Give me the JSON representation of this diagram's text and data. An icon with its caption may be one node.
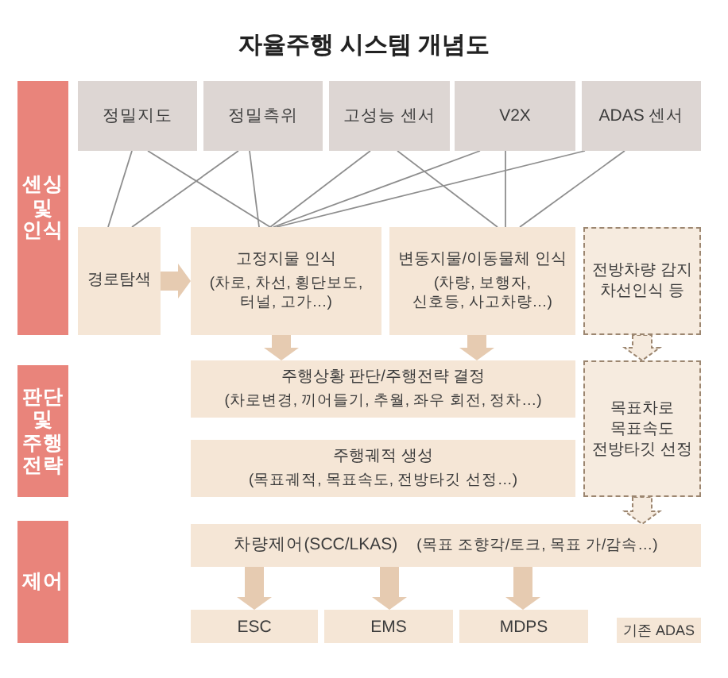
{
  "diagram": {
    "title": "자율주행 시스템 개념도",
    "nodes": [
      {
        "text": [
          "센싱 및 인식"
        ]
      },
      {
        "text": [
          "정밀지도"
        ]
      },
      {
        "text": [
          "정밀측위"
        ]
      },
      {
        "text": [
          "고성능 센서"
        ]
      },
      {
        "text": [
          "V2X"
        ]
      },
      {
        "text": [
          "ADAS 센서"
        ]
      },
      {
        "text": [
          "경로탐색"
        ]
      },
      {
        "text": [
          "고정지물 인식",
          "(차로, 차선, 횡단보도, 터널, 고가…)"
        ]
      },
      {
        "text": [
          "변동지물/이동물체 인식",
          "(차량, 보행자, 신호등, 사고차량…)"
        ]
      },
      {
        "text": [
          "전방차량 감지 차선인식 등"
        ]
      },
      {
        "text": [
          "판단 및 주행 전략"
        ]
      },
      {
        "text": [
          "주행상황 판단/주행전략 결정",
          "(차로변경, 끼어들기, 추월, 좌우 회전, 정차…)"
        ]
      },
      {
        "text": [
          "주행궤적 생성",
          "(목표궤적, 목표속도, 전방타깃 선정…)"
        ]
      },
      {
        "text": [
          "목표차로 목표속도 전방타깃 선정"
        ]
      },
      {
        "text": [
          "제어"
        ]
      },
      {
        "text": [
          "차량제어(SCC/LKAS)",
          "(목표 조향각/토크, 목표 가/감속…)"
        ]
      },
      {
        "text": [
          "ESC"
        ]
      },
      {
        "text": [
          "EMS"
        ]
      },
      {
        "text": [
          "MDPS"
        ]
      },
      {
        "text": [
          "기존 ADAS"
        ]
      }
    ],
    "edges": [
      {
        "from": 1,
        "to": 6,
        "arrow": "none"
      },
      {
        "from": 1,
        "to": 7,
        "arrow": "none"
      },
      {
        "from": 2,
        "to": 6,
        "arrow": "none"
      },
      {
        "from": 2,
        "to": 7,
        "arrow": "none"
      },
      {
        "from": 3,
        "to": 7,
        "arrow": "none"
      },
      {
        "from": 3,
        "to": 8,
        "arrow": "none"
      },
      {
        "from": 4,
        "to": 7,
        "arrow": "none"
      },
      {
        "from": 4,
        "to": 8,
        "arrow": "none"
      },
      {
        "from": 5,
        "to": 7,
        "arrow": "none"
      },
      {
        "from": 5,
        "to": 8,
        "arrow": "none"
      },
      {
        "from": 6,
        "to": 7,
        "arrow": "to",
        "style": "thick",
        "color": "#e6cbb1"
      },
      {
        "from": 7,
        "to": 11,
        "arrow": "to",
        "style": "thick",
        "color": "#e6cbb1"
      },
      {
        "from": 8,
        "to": 11,
        "arrow": "to",
        "style": "thick",
        "color": "#e6cbb1"
      },
      {
        "from": 9,
        "to": 13,
        "arrow": "to",
        "style": "dashed",
        "color": "#9c8670"
      },
      {
        "from": 13,
        "to": 15,
        "arrow": "to",
        "style": "dashed",
        "color": "#9c8670"
      },
      {
        "from": 15,
        "to": 16,
        "arrow": "to",
        "style": "thick",
        "color": "#e6cbb1"
      },
      {
        "from": 15,
        "to": 17,
        "arrow": "to",
        "style": "thick",
        "color": "#e6cbb1"
      },
      {
        "from": 15,
        "to": 18,
        "arrow": "to",
        "style": "thick",
        "color": "#e6cbb1"
      }
    ]
  }
}
